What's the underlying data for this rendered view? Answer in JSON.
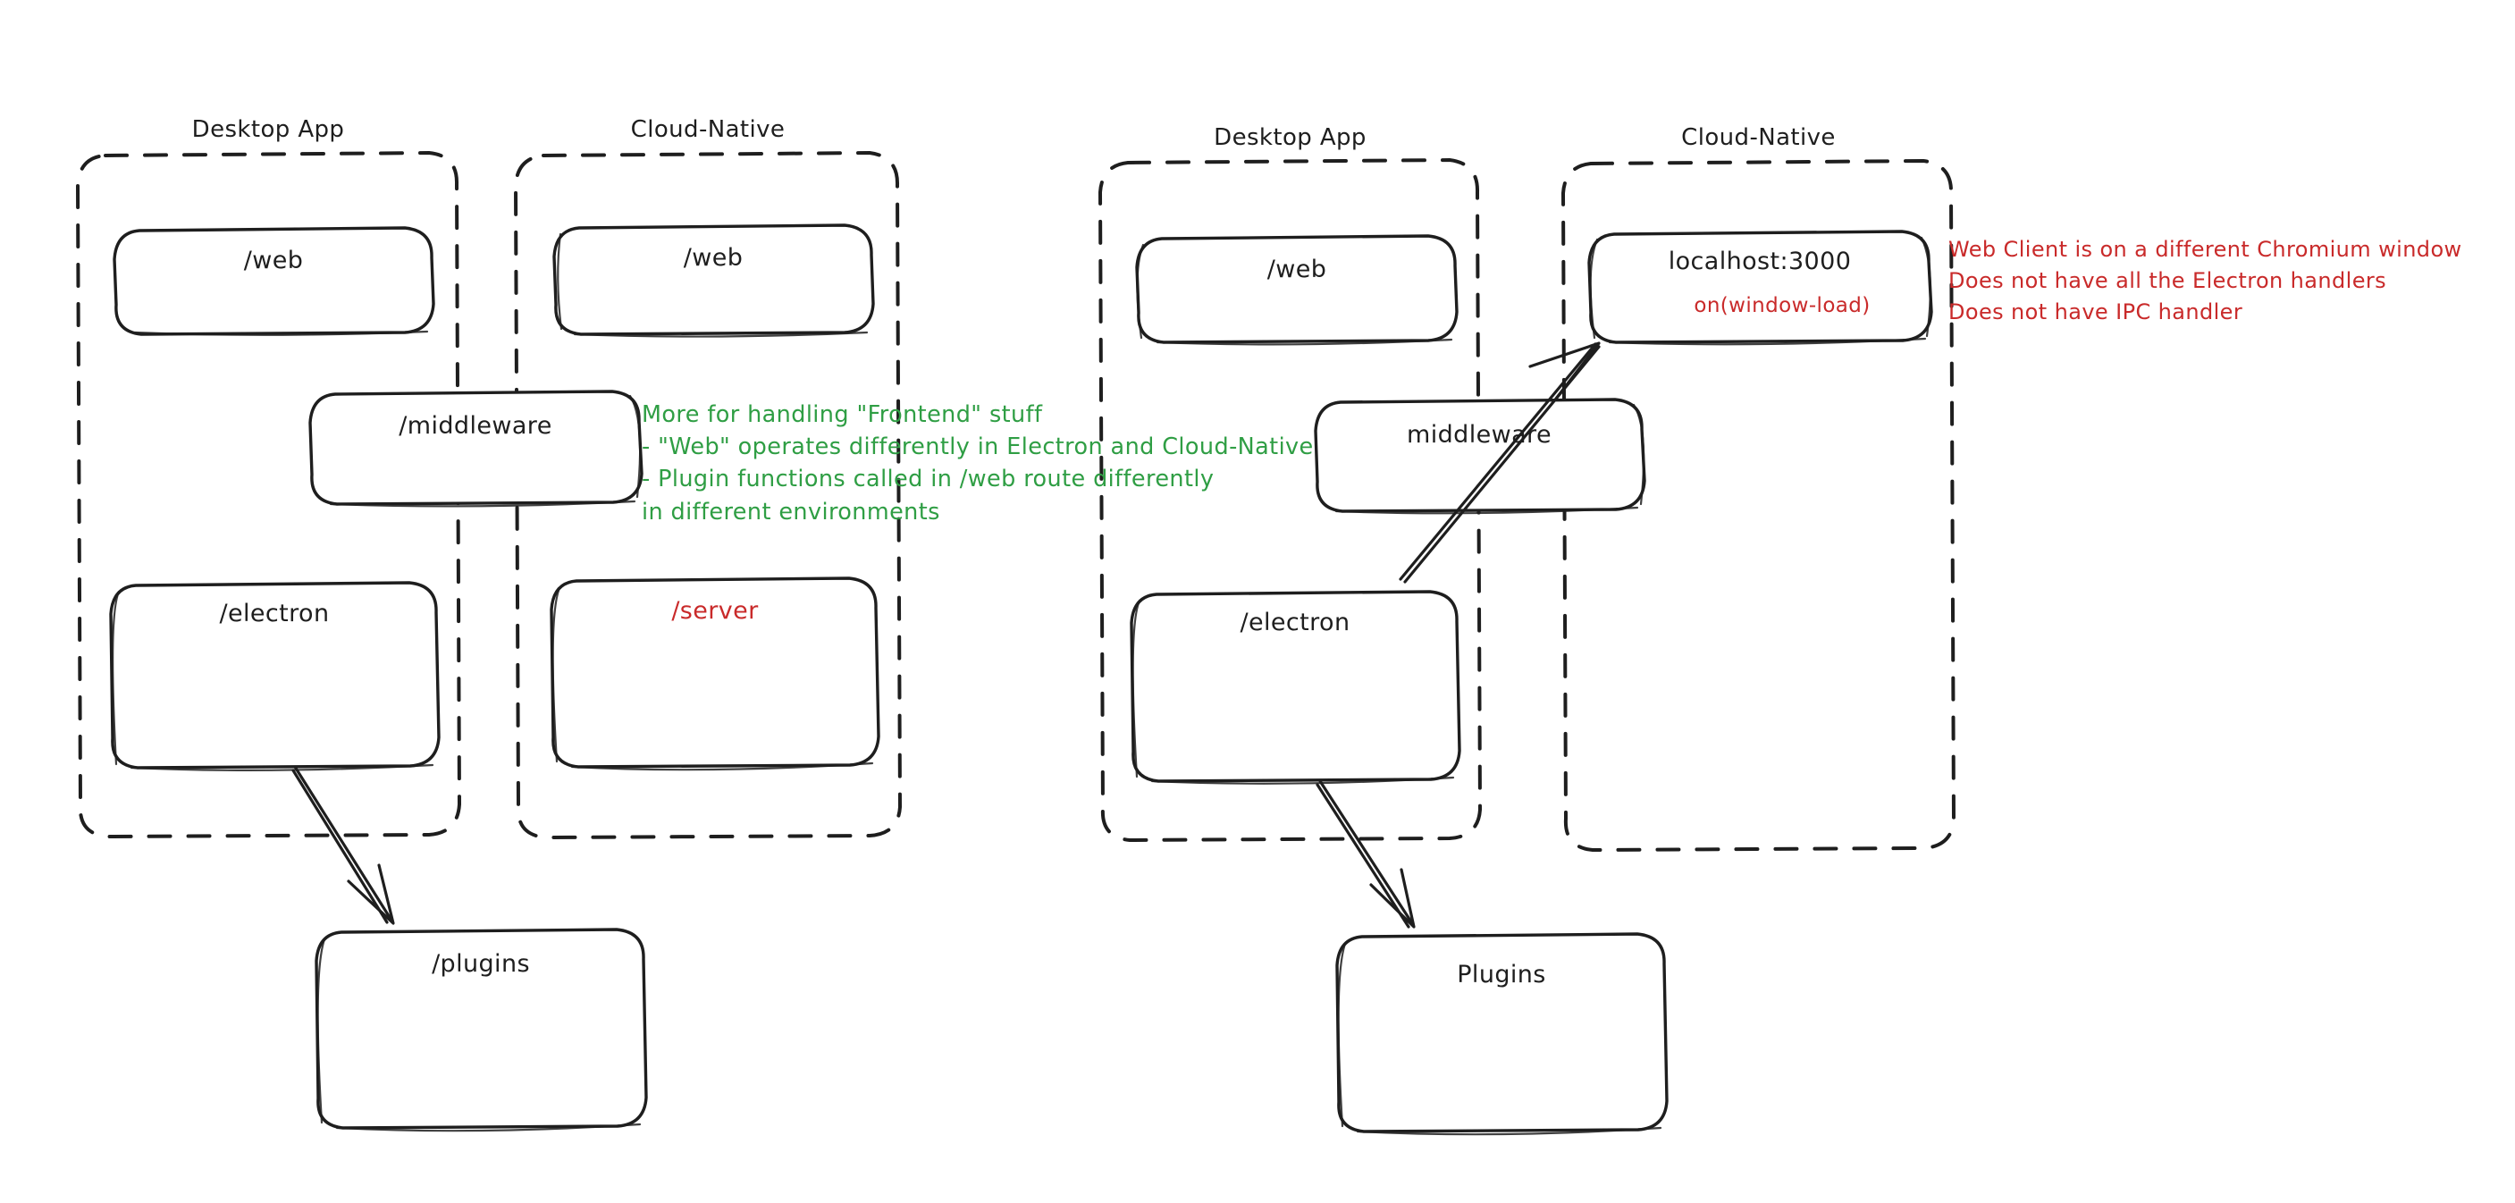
{
  "diagram": {
    "title_left_desktop": "Desktop App",
    "title_left_cloud": "Cloud-Native",
    "title_right_desktop": "Desktop App",
    "title_right_cloud": "Cloud-Native",
    "colors": {
      "stroke": "#1e1e1e",
      "red": "#c92a2a",
      "green": "#2f9e44",
      "background": "#ffffff"
    },
    "left_panel": {
      "groups": [
        {
          "name": "Desktop App",
          "label": "Desktop App"
        },
        {
          "name": "Cloud-Native",
          "label": "Cloud-Native"
        }
      ],
      "nodes": [
        {
          "id": "left-desktop-web",
          "label": "/web",
          "color": "black"
        },
        {
          "id": "left-cloud-web",
          "label": "/web",
          "color": "black"
        },
        {
          "id": "left-middleware",
          "label": "/middleware",
          "color": "black"
        },
        {
          "id": "left-electron",
          "label": "/electron",
          "color": "black"
        },
        {
          "id": "left-server",
          "label": "/server",
          "color": "red"
        },
        {
          "id": "left-plugins",
          "label": "/plugins",
          "color": "black"
        }
      ],
      "edges": [
        {
          "from": "left-electron",
          "to": "left-plugins"
        }
      ]
    },
    "right_panel": {
      "groups": [
        {
          "name": "Desktop App",
          "label": "Desktop App"
        },
        {
          "name": "Cloud-Native",
          "label": "Cloud-Native"
        }
      ],
      "nodes": [
        {
          "id": "right-desktop-web",
          "label": "/web",
          "color": "black"
        },
        {
          "id": "right-localhost",
          "label": "localhost:3000",
          "color": "black",
          "sublabel": "on(window-load)",
          "sublabel_color": "red"
        },
        {
          "id": "right-middleware",
          "label": "middleware",
          "color": "black"
        },
        {
          "id": "right-electron",
          "label": "/electron",
          "color": "black"
        },
        {
          "id": "right-plugins",
          "label": "Plugins",
          "color": "black"
        }
      ],
      "edges": [
        {
          "from": "right-electron",
          "to": "right-localhost"
        },
        {
          "from": "right-electron",
          "to": "right-plugins"
        }
      ]
    },
    "annotations": {
      "green_note": {
        "color": "#2f9e44",
        "lines": [
          "More for handling \"Frontend\" stuff",
          "- \"Web\" operates differently in Electron and Cloud-Native",
          "- Plugin functions called in /web route differently",
          "in different environments"
        ],
        "text": "More for handling \"Frontend\" stuff\n- \"Web\" operates differently in Electron and Cloud-Native\n- Plugin functions called in /web route differently\nin different environments"
      },
      "red_note": {
        "color": "#c92a2a",
        "lines": [
          "Web Client is on a different Chromium window",
          "Does not have all the Electron handlers",
          "Does not have IPC handler"
        ],
        "text": "Web Client is on a different Chromium window\nDoes not have all the Electron handlers\nDoes not have IPC handler"
      }
    }
  }
}
